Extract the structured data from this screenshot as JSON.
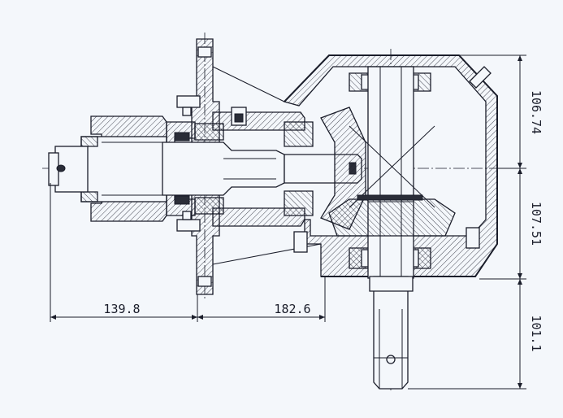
{
  "drawing": {
    "dimensions": {
      "left_shaft_length": "139.8",
      "housing_length": "182.6",
      "upper_height": "106.74",
      "lower_height": "107.51",
      "output_shaft_length": "101.1"
    },
    "colors": {
      "background": "#f4f7fb",
      "line": "#1a1d2a"
    }
  }
}
